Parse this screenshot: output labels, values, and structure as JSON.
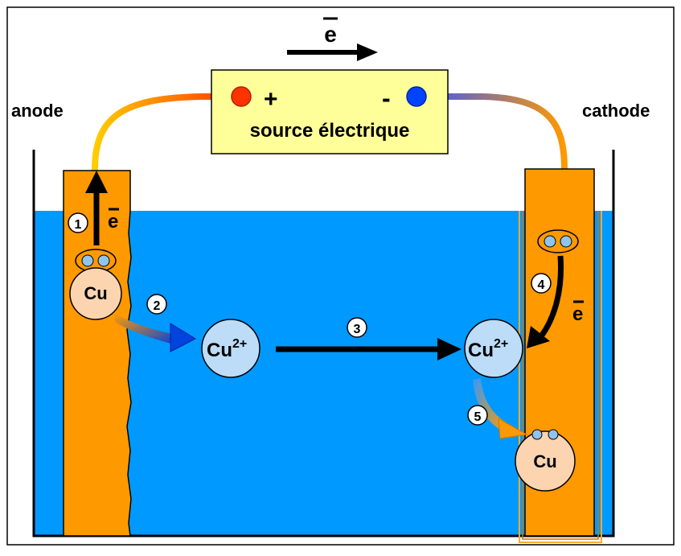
{
  "labels": {
    "electron_top": "e",
    "plus": "+",
    "minus": "-",
    "source": "source électrique",
    "anode": "anode",
    "cathode": "cathode",
    "electron_anode": "e",
    "electron_cathode": "e",
    "cu_anode": "Cu",
    "cu_cathode": "Cu",
    "ion_left_base": "Cu",
    "ion_left_charge": "2+",
    "ion_right_base": "Cu",
    "ion_right_charge": "2+"
  },
  "steps": [
    "1",
    "2",
    "3",
    "4",
    "5"
  ],
  "colors": {
    "electrolyte": "#0099ff",
    "electrode": "#ff9900",
    "source_box": "#ffff99",
    "ion": "#bcdcf8",
    "atom": "#fcd5b0",
    "positive_terminal": "#ff3300",
    "negative_terminal": "#0044ff",
    "electron_dot": "#8fc4ec"
  },
  "icons": [
    "arrow-right-icon",
    "arrow-up-icon",
    "curved-arrow-icon",
    "electron-pair-icon"
  ]
}
